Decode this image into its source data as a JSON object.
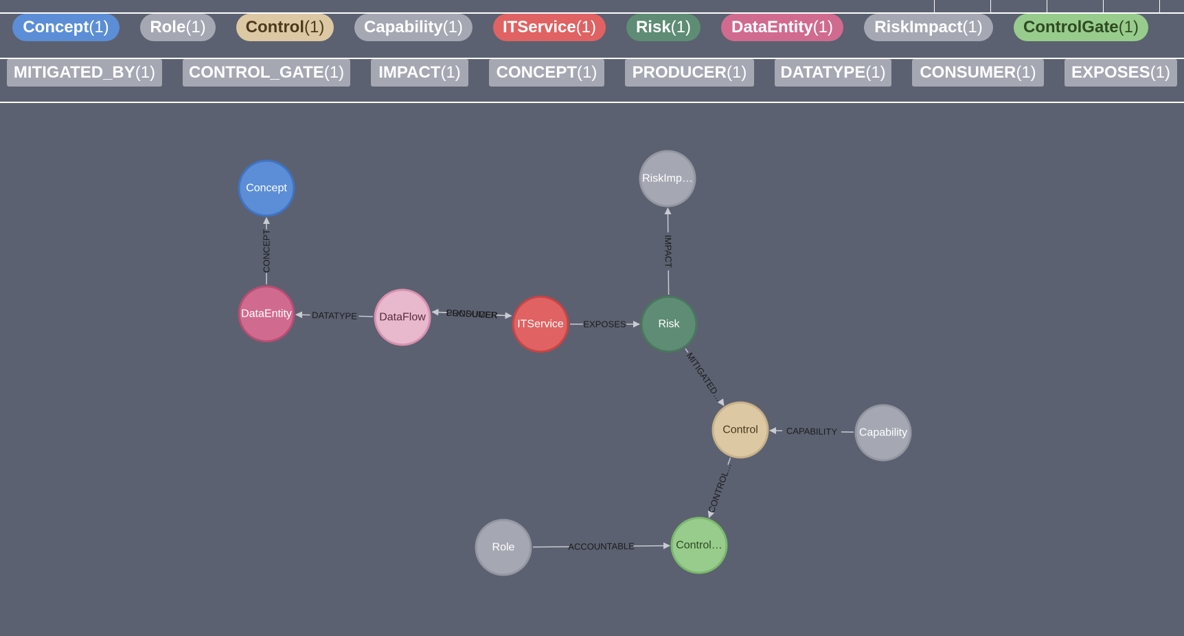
{
  "node_labels": [
    {
      "name": "Concept",
      "count": "(1)",
      "bg": "#5b8ed6",
      "fg": "#ffffff"
    },
    {
      "name": "Role",
      "count": "(1)",
      "bg": "#a5a8b3",
      "fg": "#ffffff"
    },
    {
      "name": "Control",
      "count": "(1)",
      "bg": "#dcc8a3",
      "fg": "#4a3a1c"
    },
    {
      "name": "Capability",
      "count": "(1)",
      "bg": "#a5a8b3",
      "fg": "#ffffff"
    },
    {
      "name": "ITService",
      "count": "(1)",
      "bg": "#e06262",
      "fg": "#ffffff"
    },
    {
      "name": "Risk",
      "count": "(1)",
      "bg": "#5e8c74",
      "fg": "#ffffff"
    },
    {
      "name": "DataEntity",
      "count": "(1)",
      "bg": "#d06b8f",
      "fg": "#ffffff"
    },
    {
      "name": "RiskImpact",
      "count": "(1)",
      "bg": "#a5a8b3",
      "fg": "#ffffff"
    },
    {
      "name": "ControlGate",
      "count": "(1)",
      "bg": "#98cc8c",
      "fg": "#2e4a22"
    }
  ],
  "relationship_types": [
    {
      "name": "MITIGATED_BY",
      "count": "(1)"
    },
    {
      "name": "CONTROL_GATE",
      "count": "(1)"
    },
    {
      "name": "IMPACT",
      "count": "(1)"
    },
    {
      "name": "CONCEPT",
      "count": "(1)"
    },
    {
      "name": "PRODUCER",
      "count": "(1)"
    },
    {
      "name": "DATATYPE",
      "count": "(1)"
    },
    {
      "name": "CONSUMER",
      "count": "(1)"
    },
    {
      "name": "EXPOSES",
      "count": "(1)"
    }
  ],
  "graph": {
    "nodes": [
      {
        "id": "concept",
        "caption": "Concept",
        "fill": "#5b8ed6",
        "stroke": "#3f74c4",
        "text": "#ffffff"
      },
      {
        "id": "dataentity",
        "caption": "DataEntity",
        "fill": "#d06b8f",
        "stroke": "#b84d73",
        "text": "#ffffff"
      },
      {
        "id": "dataflow",
        "caption": "DataFlow",
        "fill": "#e8b8cc",
        "stroke": "#d890ae",
        "text": "#5a2a3e"
      },
      {
        "id": "itservice",
        "caption": "ITService",
        "fill": "#e06262",
        "stroke": "#c84444",
        "text": "#ffffff"
      },
      {
        "id": "risk",
        "caption": "Risk",
        "fill": "#5e8c74",
        "stroke": "#4b765f",
        "text": "#ffffff"
      },
      {
        "id": "riskimpact",
        "caption": "RiskImp…",
        "fill": "#a5a8b3",
        "stroke": "#9497a2",
        "text": "#ffffff"
      },
      {
        "id": "control",
        "caption": "Control",
        "fill": "#dcc8a3",
        "stroke": "#c9b189",
        "text": "#4a3a1c"
      },
      {
        "id": "capability",
        "caption": "Capability",
        "fill": "#a5a8b3",
        "stroke": "#9497a2",
        "text": "#ffffff"
      },
      {
        "id": "role",
        "caption": "Role",
        "fill": "#a5a8b3",
        "stroke": "#9497a2",
        "text": "#ffffff"
      },
      {
        "id": "controlgate",
        "caption": "Control…",
        "fill": "#98cc8c",
        "stroke": "#7ab86c",
        "text": "#2e4a22"
      }
    ],
    "edges": [
      {
        "from": "dataentity",
        "to": "concept",
        "caption": "CONCEPT"
      },
      {
        "from": "dataflow",
        "to": "dataentity",
        "caption": "DATATYPE"
      },
      {
        "from": "dataflow",
        "to": "itservice",
        "caption": "CONSUMER"
      },
      {
        "from": "itservice",
        "to": "dataflow",
        "caption": "PRODUCER"
      },
      {
        "from": "itservice",
        "to": "risk",
        "caption": "EXPOSES"
      },
      {
        "from": "risk",
        "to": "riskimpact",
        "caption": "IMPACT"
      },
      {
        "from": "risk",
        "to": "control",
        "caption": "MITIGATED…"
      },
      {
        "from": "capability",
        "to": "control",
        "caption": "CAPABILITY"
      },
      {
        "from": "control",
        "to": "controlgate",
        "caption": "CONTROL…"
      },
      {
        "from": "role",
        "to": "controlgate",
        "caption": "ACCOUNTABLE"
      }
    ]
  }
}
